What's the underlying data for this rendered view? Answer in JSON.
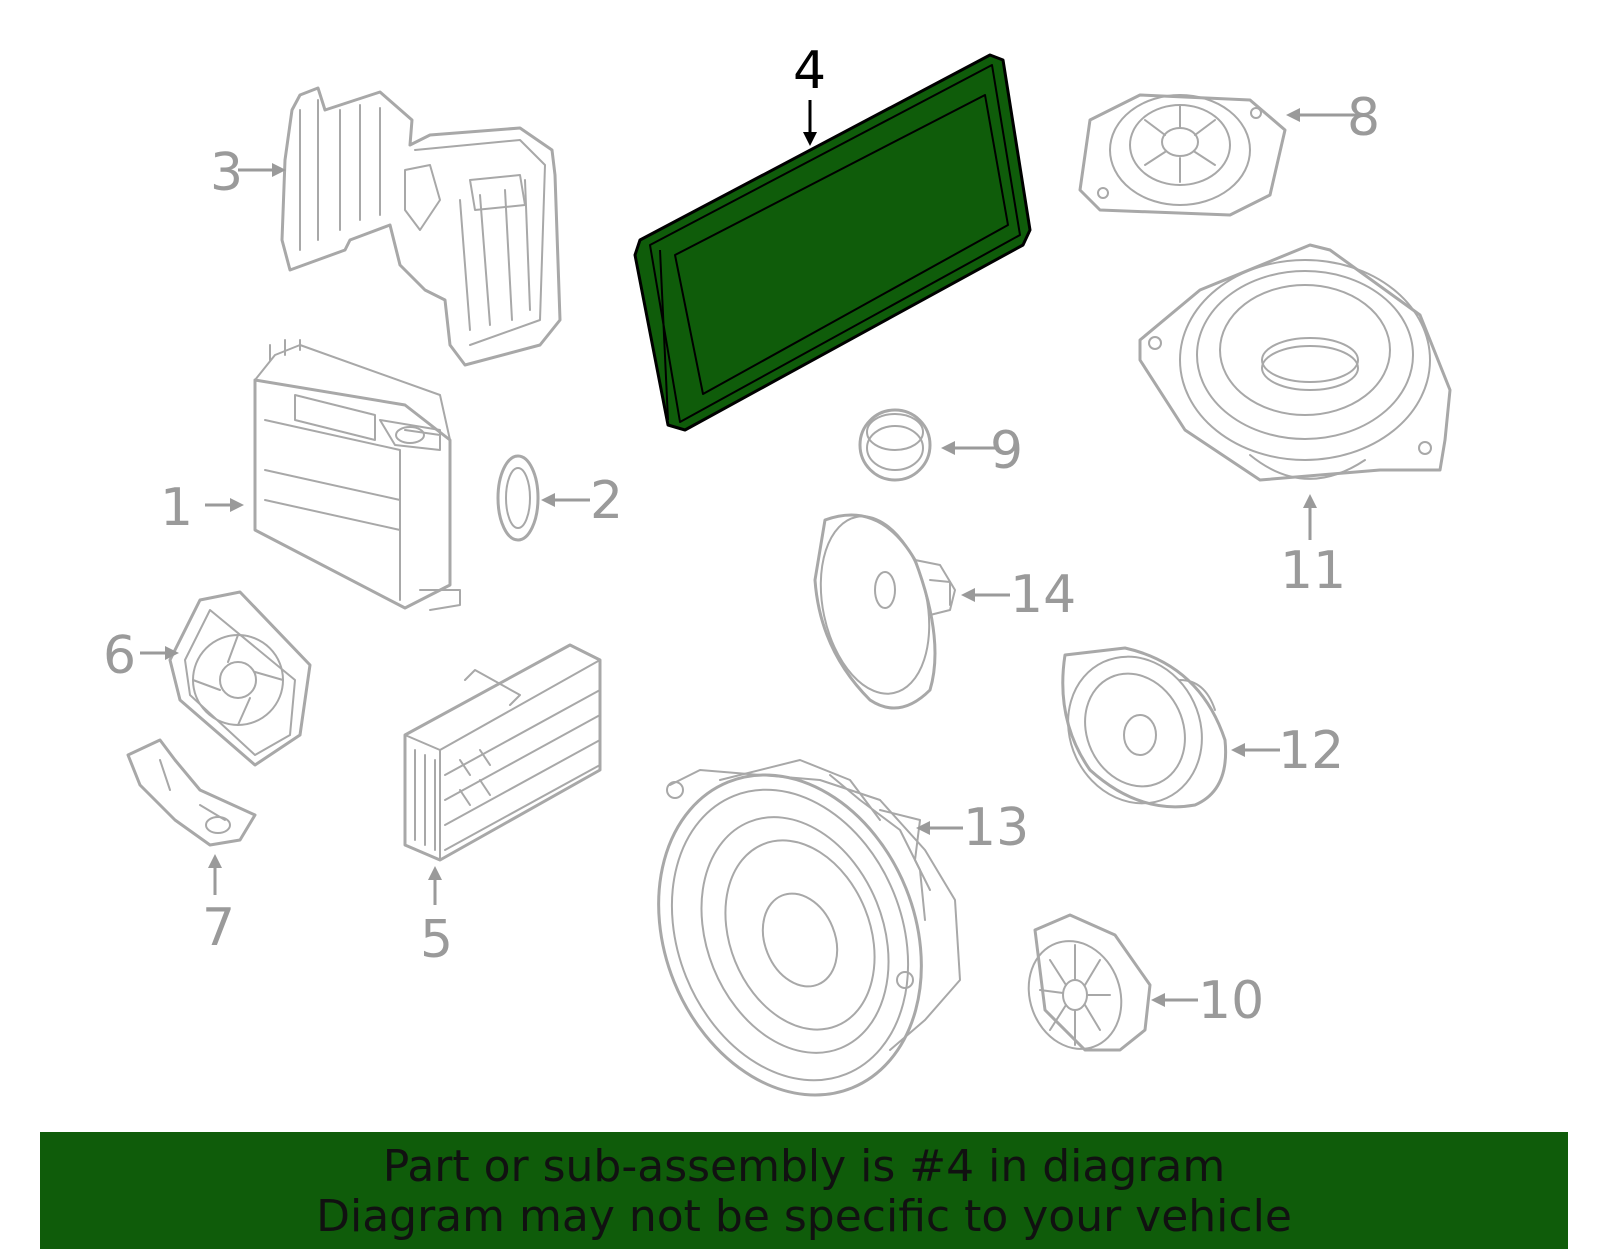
{
  "callouts": {
    "c1": "1",
    "c2": "2",
    "c3": "3",
    "c4": "4",
    "c5": "5",
    "c6": "6",
    "c7": "7",
    "c8": "8",
    "c9": "9",
    "c10": "10",
    "c11": "11",
    "c12": "12",
    "c13": "13",
    "c14": "14"
  },
  "highlight": {
    "part": "4",
    "color": "#0f5c0a"
  },
  "banner": {
    "line1": "Part or sub-assembly is #4 in diagram",
    "line2": "Diagram may not be specific to your vehicle",
    "background": "#0f5c0a"
  }
}
